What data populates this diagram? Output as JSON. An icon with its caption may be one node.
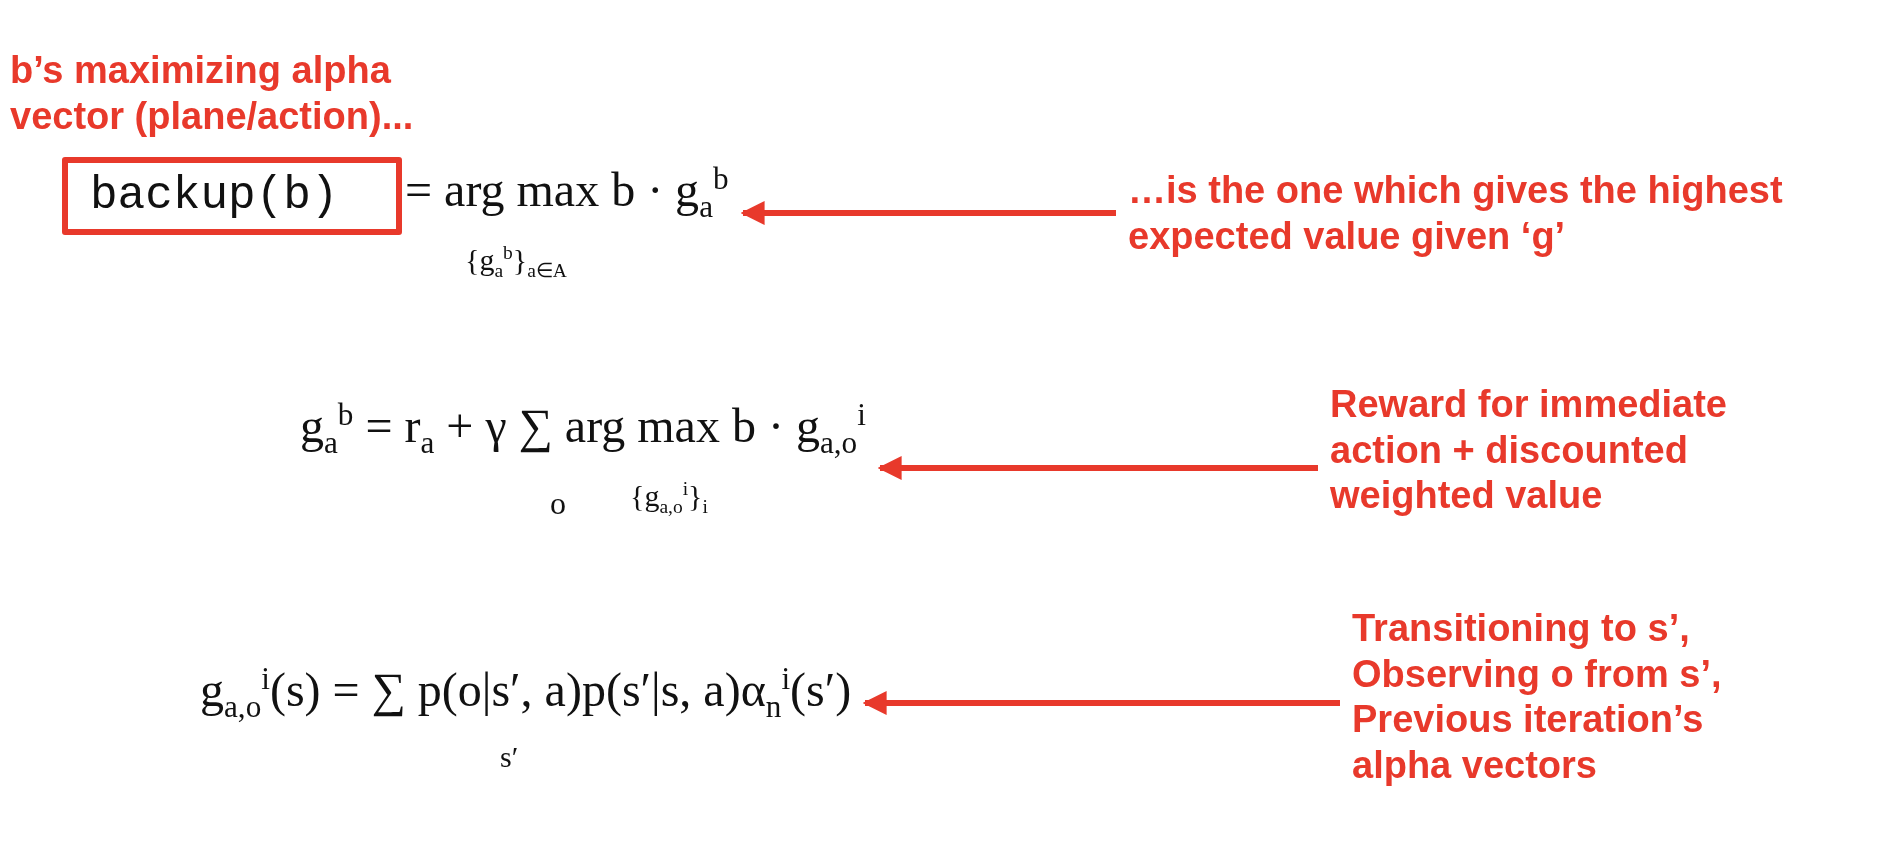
{
  "diagram": {
    "nodes": [
      {
        "text": [
          "backup(b)"
        ]
      },
      {
        "text": [
          "= arg max b · g$_{a}$$^{b}$",
          "{g$_{a}$$^{b}$}$_{a∈A}$"
        ]
      },
      {
        "text": [
          "…is the one which gives the highest expected value given ‘g’"
        ]
      },
      {
        "text": [
          "g$_{a}$$^{b}$ = r$_{a}$ + γ ∑ arg max b · g$_{a,o}$$^{i}$",
          "o",
          "{g$_{a,o}$$^{i}$}$_{i}$"
        ]
      },
      {
        "text": [
          "Reward for immediate action + discounted weighted value"
        ]
      },
      {
        "text": [
          "g$_{a,o}$$^{i}$(s) = ∑ p(o|s′, a)p(s′|s, a)α$_{n}$$^{i}$(s′)",
          "s′"
        ]
      },
      {
        "text": [
          "Transitioning to s’, Observing o from s’, Previous iteration’s alpha vectors"
        ]
      }
    ],
    "edges": [
      {
        "from": 2,
        "to": 1,
        "arrow": "to"
      },
      {
        "from": 4,
        "to": 3,
        "arrow": "to"
      },
      {
        "from": 6,
        "to": 5,
        "arrow": "to"
      }
    ],
    "labels": [
      "b’s maximizing alpha vector (plane/action)..."
    ]
  }
}
